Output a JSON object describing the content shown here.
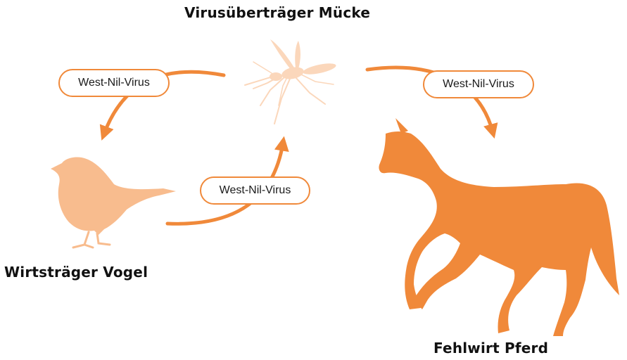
{
  "nodes": {
    "mosquito": {
      "label": "Virusüberträger Mücke",
      "role": "vector"
    },
    "bird": {
      "label": "Wirtsträger Vogel",
      "role": "host"
    },
    "horse": {
      "label": "Fehlwirt Pferd",
      "role": "dead-end host"
    }
  },
  "edges": [
    {
      "from": "mosquito",
      "to": "bird",
      "label": "West-Nil-Virus"
    },
    {
      "from": "bird",
      "to": "mosquito",
      "label": "West-Nil-Virus"
    },
    {
      "from": "mosquito",
      "to": "horse",
      "label": "West-Nil-Virus"
    }
  ],
  "colors": {
    "accent": "#f0893a",
    "bird": "#f8bc8e",
    "mosquito": "#fbd7bb",
    "text": "#111111"
  },
  "icons": [
    "mosquito-icon",
    "bird-icon",
    "horse-icon"
  ]
}
